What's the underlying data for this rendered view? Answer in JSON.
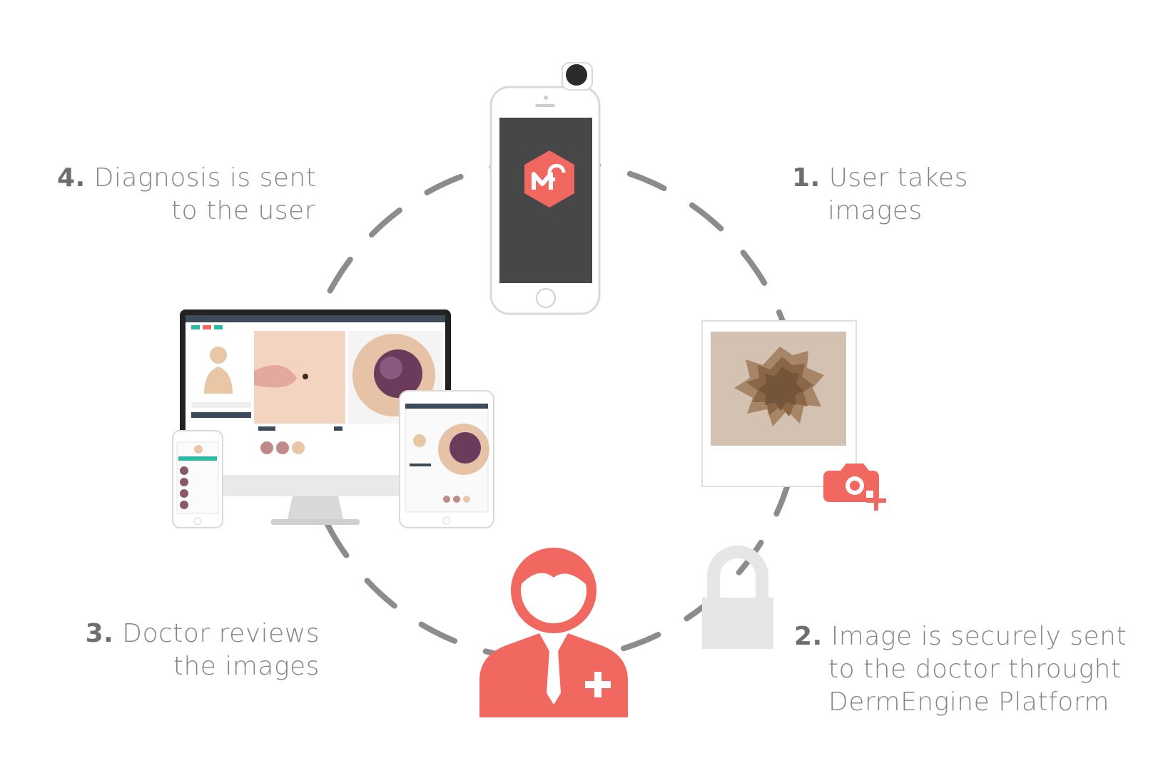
{
  "colors": {
    "accent": "#f0685f",
    "dash": "#8c8c8c",
    "phone_screen": "#474747",
    "lock": "#e6e6e6"
  },
  "steps": [
    {
      "number": "1.",
      "lines": [
        "User takes",
        "images"
      ]
    },
    {
      "number": "2.",
      "lines": [
        "Image is securely sent",
        "to the doctor throught",
        "DermEngine Platform"
      ]
    },
    {
      "number": "3.",
      "lines": [
        "Doctor reviews",
        "the images"
      ]
    },
    {
      "number": "4.",
      "lines": [
        "Diagnosis is sent",
        "to the user"
      ]
    }
  ],
  "icons": [
    "phone-with-lens",
    "app-logo",
    "mole-photo",
    "camera-plus-icon",
    "lock-icon",
    "doctor-icon",
    "devices-screens"
  ]
}
